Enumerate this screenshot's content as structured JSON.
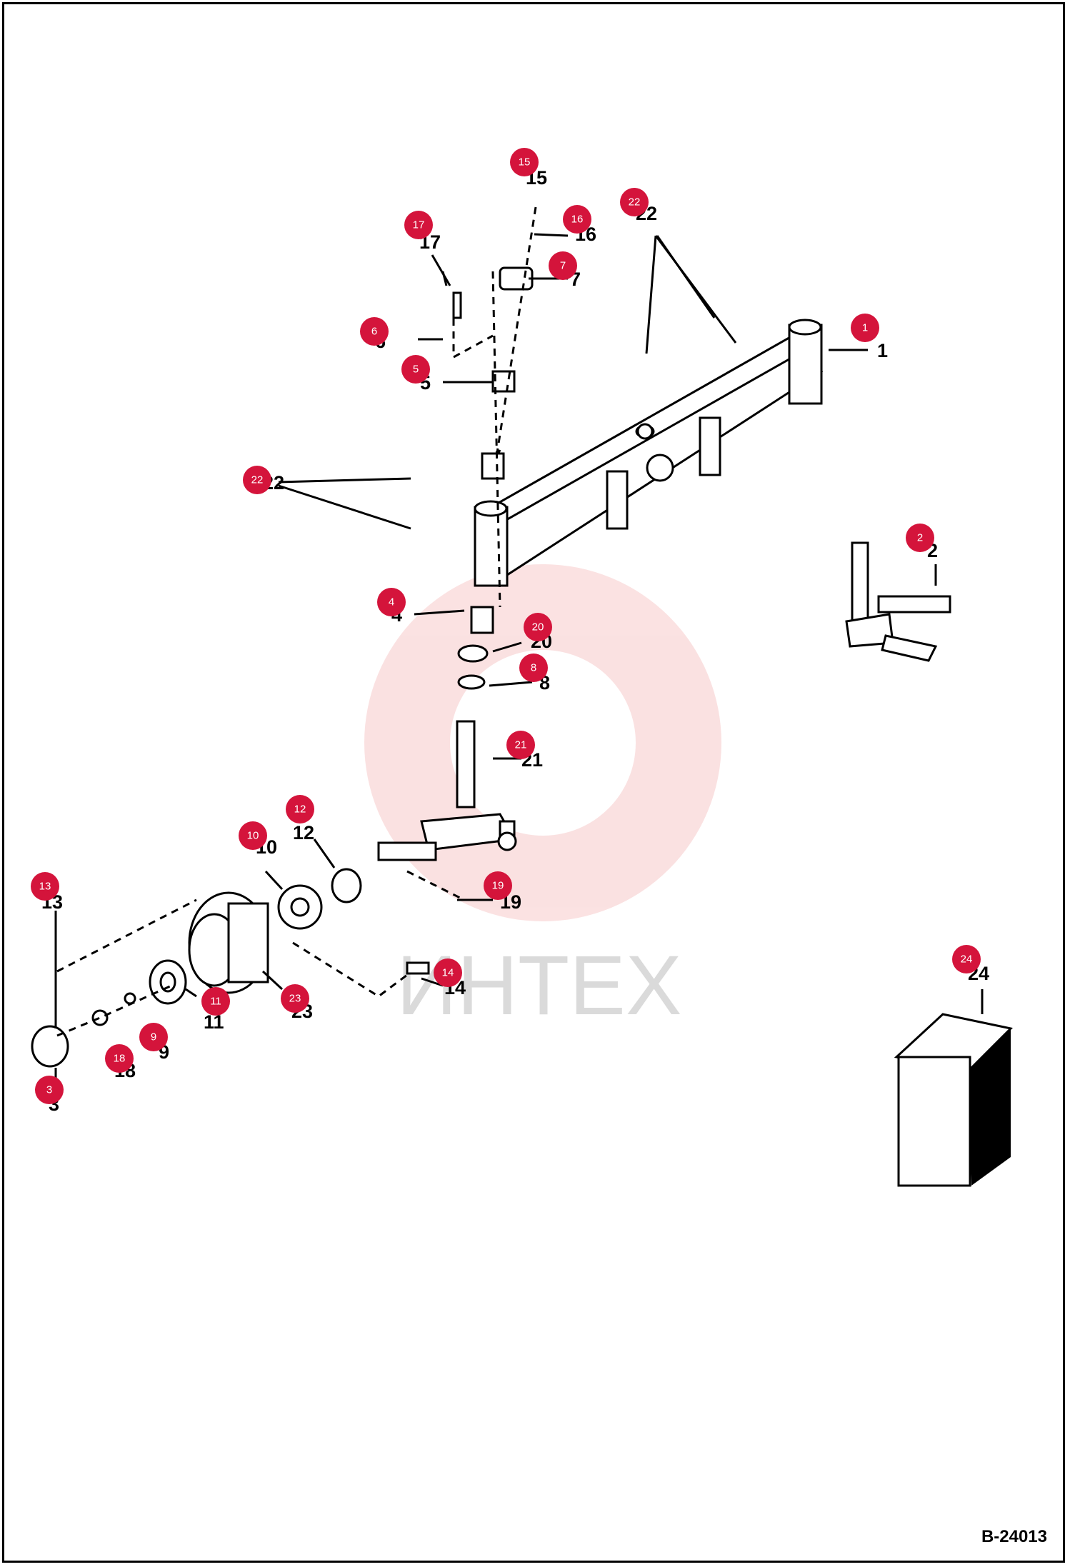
{
  "diagram": {
    "reference": "B-24013",
    "watermark": "ИНТЕХ",
    "badge_color": "#d4143b",
    "callouts": [
      {
        "id": "1",
        "badge": "1",
        "label": "1"
      },
      {
        "id": "2",
        "badge": "2",
        "label": "2"
      },
      {
        "id": "3",
        "badge": "3",
        "label": "3"
      },
      {
        "id": "4",
        "badge": "4",
        "label": "4"
      },
      {
        "id": "5",
        "badge": "5",
        "label": "5"
      },
      {
        "id": "6",
        "badge": "6",
        "label": "6"
      },
      {
        "id": "7",
        "badge": "7",
        "label": "7"
      },
      {
        "id": "8",
        "badge": "8",
        "label": "8"
      },
      {
        "id": "9",
        "badge": "9",
        "label": "9"
      },
      {
        "id": "10",
        "badge": "10",
        "label": "10"
      },
      {
        "id": "11",
        "badge": "11",
        "label": "11"
      },
      {
        "id": "12",
        "badge": "12",
        "label": "12"
      },
      {
        "id": "13",
        "badge": "13",
        "label": "13"
      },
      {
        "id": "14",
        "badge": "14",
        "label": "14"
      },
      {
        "id": "15",
        "badge": "15",
        "label": "15"
      },
      {
        "id": "16",
        "badge": "16",
        "label": "16"
      },
      {
        "id": "17",
        "badge": "17",
        "label": "17"
      },
      {
        "id": "18",
        "badge": "18",
        "label": "18"
      },
      {
        "id": "19",
        "badge": "19",
        "label": "19"
      },
      {
        "id": "20",
        "badge": "20",
        "label": "20"
      },
      {
        "id": "21",
        "badge": "21",
        "label": "21"
      },
      {
        "id": "22a",
        "badge": "22",
        "label": "22"
      },
      {
        "id": "22b",
        "badge": "22",
        "label": "22"
      },
      {
        "id": "23",
        "badge": "23",
        "label": "23"
      },
      {
        "id": "24",
        "badge": "24",
        "label": "24"
      }
    ]
  }
}
